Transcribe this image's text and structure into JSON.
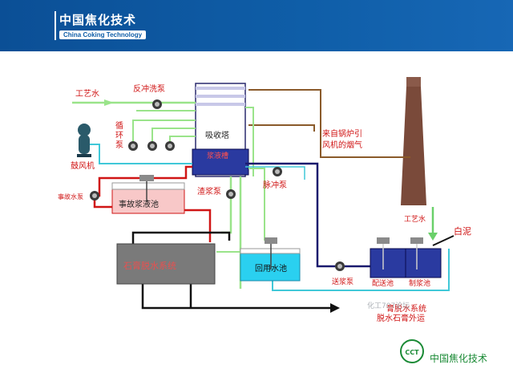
{
  "header": {
    "brand_cn": "中国焦化技术",
    "brand_en": "China Coking Technology"
  },
  "diagram": {
    "labels": {
      "process_water_top": "工艺水",
      "backwash_pump": "反冲洗泵",
      "circulating_pump": "循环泵",
      "absorber": "吸收塔",
      "slurry_tank": "浆液槽",
      "blower": "鼓风机",
      "accident_pump": "事故水泵",
      "accident_tank": "事故浆液池",
      "slag_pump": "渣浆泵",
      "pulse_pump": "脉冲泵",
      "flue_gas_line1": "来自锅炉引",
      "flue_gas_line2": "风机的烟气",
      "gypsum_system": "石膏脱水系统",
      "reuse_pool": "回用水池",
      "feed_pump": "送浆泵",
      "distribution_tank": "配送池",
      "slurry_prep_tank": "制浆池",
      "process_water_right": "工艺水",
      "white_mud": "白泥",
      "gypsum_out1": "膏脱水系统",
      "gypsum_out2": "脱水石膏外运"
    }
  },
  "watermark": "化工707论坛",
  "footer": {
    "logo_text": "CCT",
    "brand": "中国焦化技术"
  },
  "colors": {
    "header_bg": "#0f5ea8",
    "green_line": "#9ae48a",
    "red_line": "#d01515",
    "navy_line": "#1a1a6e",
    "cyan_line": "#40c8d8",
    "brown_line": "#8a5a2a",
    "footer_green": "#1a8a35"
  }
}
